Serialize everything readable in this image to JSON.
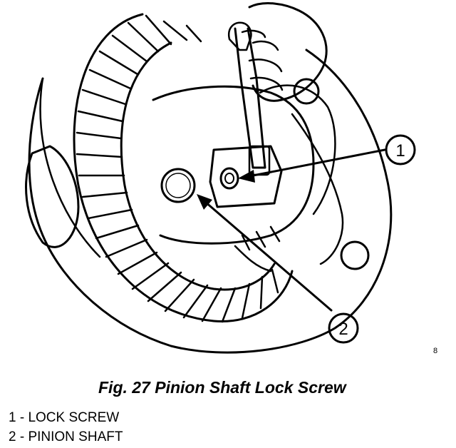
{
  "figure": {
    "caption": "Fig. 27 Pinion Shaft Lock Screw",
    "code": "8"
  },
  "callouts": [
    {
      "number": "1",
      "label": "LOCK SCREW"
    },
    {
      "number": "2",
      "label": "PINION SHAFT"
    }
  ],
  "legend": {
    "items": [
      "1 - LOCK SCREW",
      "2 - PINION SHAFT"
    ]
  },
  "colors": {
    "ink": "#000000",
    "paper": "#ffffff"
  }
}
